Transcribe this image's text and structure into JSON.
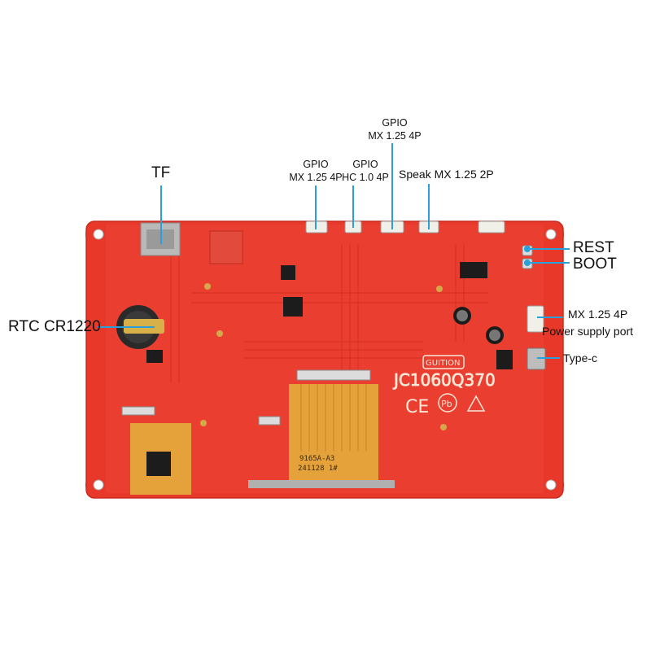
{
  "labels": {
    "tf": "TF",
    "rtc": "RTC CR1220",
    "gpio_left_l1": "GPIO",
    "gpio_left_l2": "MX 1.25 4P",
    "gpio_hc_l1": "GPIO",
    "gpio_hc_l2": "HC 1.0 4P",
    "gpio_top_l1": "GPIO",
    "gpio_top_l2": "MX 1.25 4P",
    "speak": "Speak MX 1.25 2P",
    "rest": "REST",
    "boot": "BOOT",
    "power_l1": "MX 1.25 4P",
    "power_l2": "Power supply port",
    "typec": "Type-c"
  },
  "board": {
    "brand": "GUITION",
    "model": "JC1060Q370",
    "ce_mark": "CE",
    "pb_mark": "Pb",
    "fpc_code_l1": "9165A-A3",
    "fpc_code_l2": "241128 1#"
  },
  "colors": {
    "pcb": "#e8382a",
    "pcb_edge": "#c92a1e",
    "fpc": "#e6a23a",
    "callout": "#2a9fd8",
    "silkscreen": "#f7e6d6",
    "chip": "#1c1c1c"
  }
}
